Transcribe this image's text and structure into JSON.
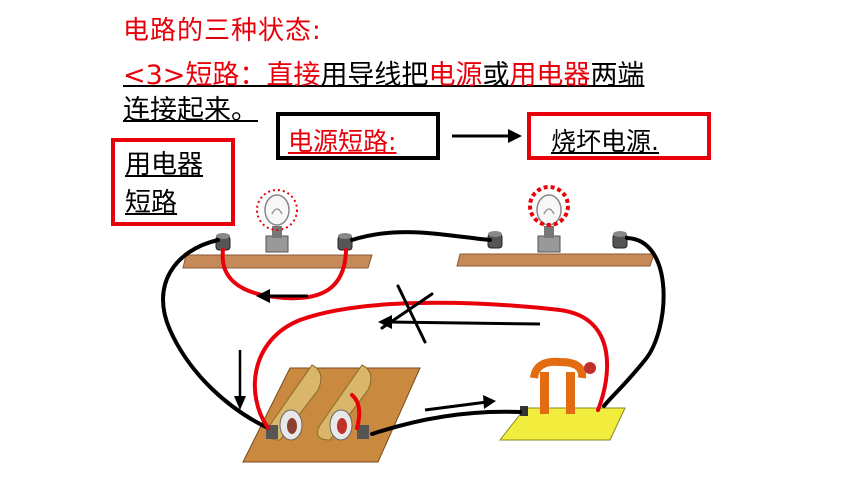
{
  "title": "电路的三种状态:",
  "line2": {
    "num": "<3>",
    "short": "短路：",
    "direct": "直接",
    "mid1": "用导线把",
    "power": "电源",
    "or": "或",
    "appliance": "用电器",
    "end": "两端"
  },
  "line3": "连接起来。",
  "power_short_label": "电源短路:",
  "burn_label": "烧坏电源.",
  "appliance_short": {
    "line1": "用电器",
    "line2": "短路"
  },
  "colors": {
    "red": "#e8000b",
    "black": "#000000",
    "wood": "#c58a58",
    "battery": "#d4b06a",
    "switch_base": "#f2ec3c"
  }
}
